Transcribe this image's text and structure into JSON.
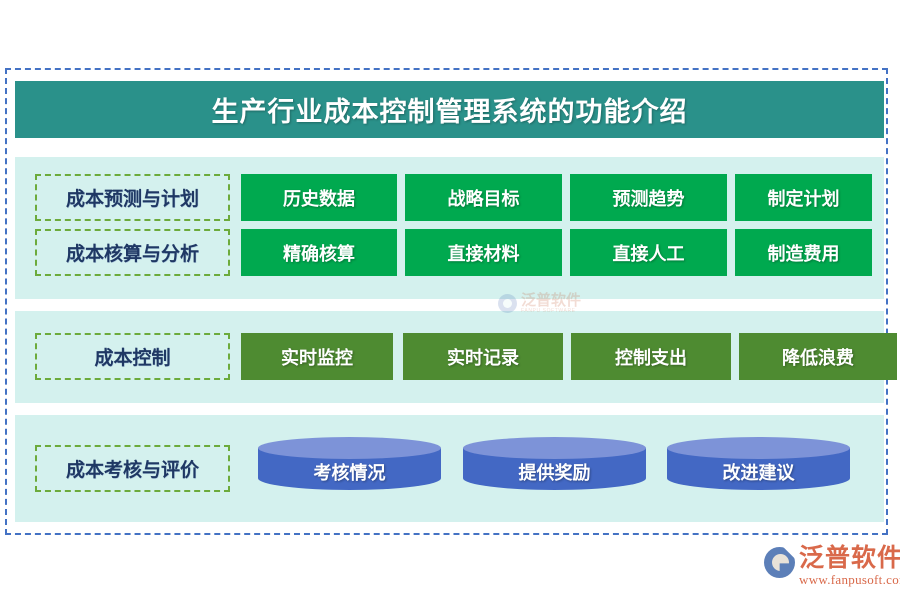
{
  "header": {
    "title": "生产行业成本控制管理系统的功能介绍",
    "banner_color": "#2a918a"
  },
  "colors": {
    "panel_background": "#d4f1ee",
    "green_box": "#00a94f",
    "olive_box": "#4e8b31",
    "cylinder_body": "#4368c4",
    "cylinder_top": "#7d93d8",
    "label_text": "#1f3864",
    "label_border": "#6cab3c",
    "frame_border": "#4472c4",
    "brand": "#d9694a"
  },
  "sections": [
    {
      "panel": "panel-1",
      "rows": [
        {
          "label": "成本预测与计划",
          "style": "green",
          "items": [
            "历史数据",
            "战略目标",
            "预测趋势",
            "制定计划"
          ]
        },
        {
          "label": "成本核算与分析",
          "style": "green",
          "items": [
            "精确核算",
            "直接材料",
            "直接人工",
            "制造费用"
          ]
        }
      ]
    },
    {
      "panel": "panel-2",
      "rows": [
        {
          "label": "成本控制",
          "style": "olive",
          "items": [
            "实时监控",
            "实时记录",
            "控制支出",
            "降低浪费"
          ]
        }
      ]
    },
    {
      "panel": "panel-3",
      "rows": [
        {
          "label": "成本考核与评价",
          "style": "cylinder",
          "items": [
            "考核情况",
            "提供奖励",
            "改进建议"
          ]
        }
      ]
    }
  ],
  "watermark": {
    "name": "泛普软件",
    "subtitle": "FANPU SOFTWARE"
  },
  "brand": {
    "name": "泛普软件",
    "url": "www.fanpusoft.com"
  }
}
